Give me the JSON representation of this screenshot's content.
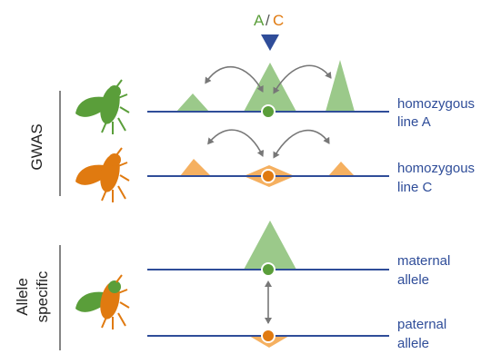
{
  "header": {
    "allele_a": "A",
    "separator": "/",
    "allele_c": "C"
  },
  "groups": {
    "gwas": "GWAS",
    "allele_specific_line1": "Allele",
    "allele_specific_line2": "specific"
  },
  "tracks": [
    {
      "label_line1": "homozygous",
      "label_line2": "line A"
    },
    {
      "label_line1": "homozygous",
      "label_line2": "line C"
    },
    {
      "label_line1": "maternal",
      "label_line2": "allele"
    },
    {
      "label_line1": "paternal",
      "label_line2": "allele"
    }
  ],
  "colors": {
    "allele_a": "#5a9e3a",
    "allele_c": "#e07a10",
    "peak_green": "#9bc98a",
    "peak_orange": "#f5b060",
    "line": "#2f4d99",
    "arrow": "#777777"
  },
  "icons": [
    "fly-icon-green",
    "fly-icon-orange",
    "fly-icon-hybrid",
    "variant-marker-icon"
  ]
}
